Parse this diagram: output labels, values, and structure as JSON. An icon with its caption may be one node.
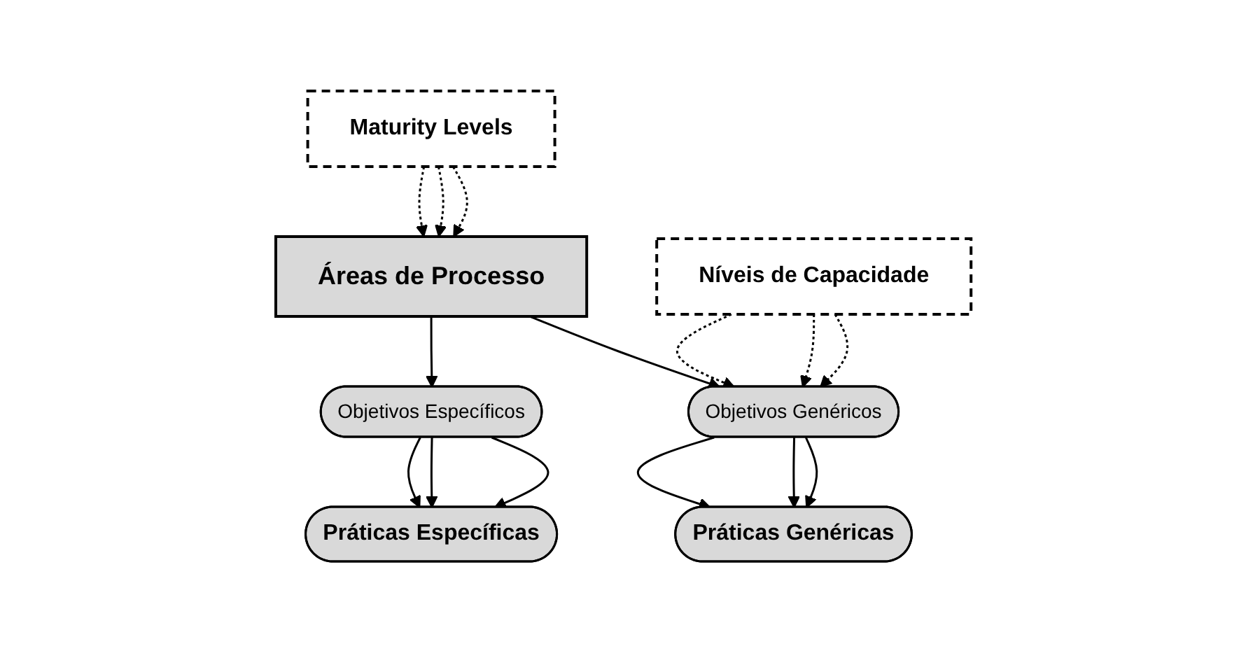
{
  "diagram": {
    "nodes": [
      {
        "text": [
          "Áreas de Processo"
        ]
      },
      {
        "text": [
          "Maturity Levels"
        ]
      },
      {
        "text": [
          "Objetivos Específicos"
        ]
      },
      {
        "text": [
          "Objetivos Genéricos"
        ]
      },
      {
        "text": [
          "Níveis de Capacidade"
        ]
      },
      {
        "text": [
          "Práticas Específicas"
        ]
      },
      {
        "text": [
          "Práticas Genéricas"
        ]
      }
    ],
    "edges": [
      {
        "from": 1,
        "to": 0,
        "arrow": "to",
        "style": "dashed"
      },
      {
        "from": 1,
        "to": 0,
        "arrow": "to",
        "style": "dashed"
      },
      {
        "from": 1,
        "to": 0,
        "arrow": "to",
        "style": "dashed"
      },
      {
        "from": 0,
        "to": 2,
        "arrow": "to"
      },
      {
        "from": 0,
        "to": 3,
        "arrow": "to"
      },
      {
        "from": 4,
        "to": 3,
        "arrow": "to",
        "style": "dashed"
      },
      {
        "from": 4,
        "to": 3,
        "arrow": "to",
        "style": "dashed"
      },
      {
        "from": 4,
        "to": 3,
        "arrow": "to",
        "style": "dashed"
      },
      {
        "from": 2,
        "to": 5,
        "arrow": "to"
      },
      {
        "from": 2,
        "to": 5,
        "arrow": "to"
      },
      {
        "from": 2,
        "to": 5,
        "arrow": "to"
      },
      {
        "from": 3,
        "to": 6,
        "arrow": "to"
      },
      {
        "from": 3,
        "to": 6,
        "arrow": "to"
      },
      {
        "from": 3,
        "to": 6,
        "arrow": "to"
      }
    ]
  }
}
